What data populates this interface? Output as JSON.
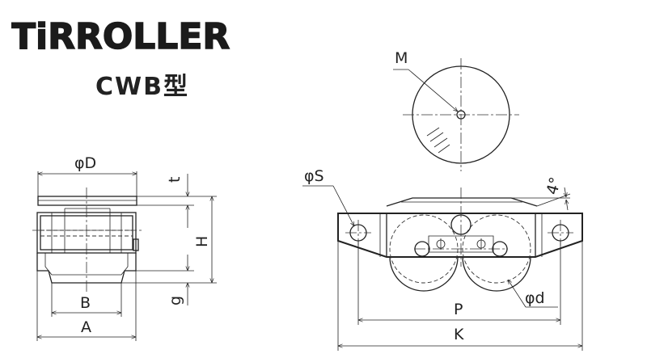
{
  "brand": {
    "logo_text": "TiRROLLER"
  },
  "model_label": "CWB型",
  "labels": {
    "phi_D": "φD",
    "t": "t",
    "H": "H",
    "g": "g",
    "B": "B",
    "A": "A",
    "M": "M",
    "phi_S": "φS",
    "angle": "4°",
    "phi_d": "φd",
    "P": "P",
    "K": "K"
  }
}
